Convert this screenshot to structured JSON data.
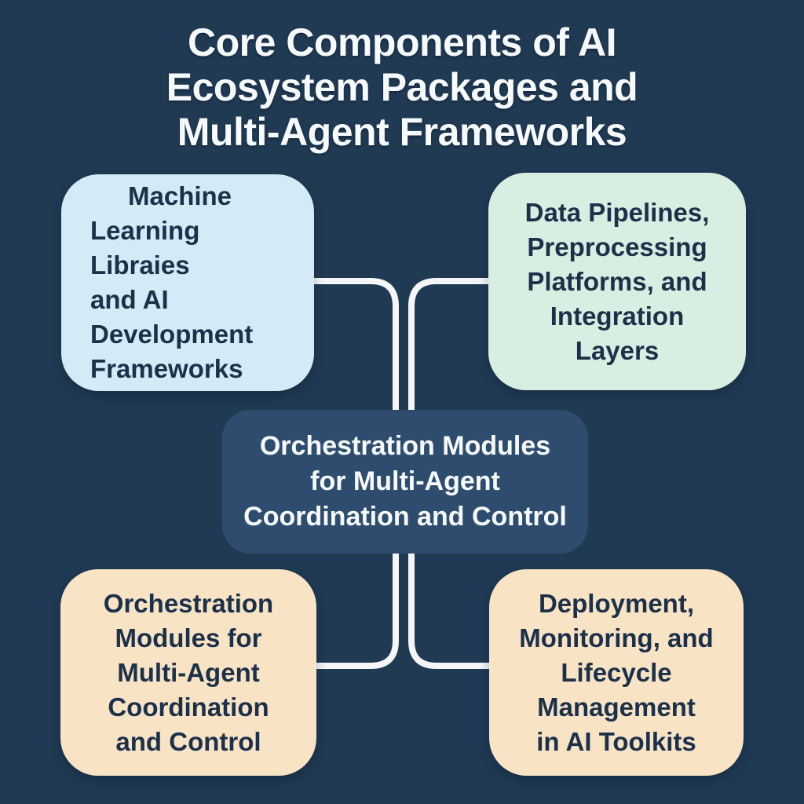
{
  "title": {
    "text": "Core Components of AI\nEcosystem Packages and\nMulti-Agent Frameworks"
  },
  "diagram": {
    "nodes": {
      "top_left": {
        "lines": [
          "Machine",
          "Learning Libraies",
          "and AI",
          "Development",
          "Frameworks"
        ],
        "color": "#d4eaf7"
      },
      "top_right": {
        "lines": [
          "Data Pipelines,",
          "Preprocessing",
          "Platforms, and",
          "Integration",
          "Layers"
        ],
        "color": "#d9eee2"
      },
      "center": {
        "lines": [
          "Orchestration Modules",
          "for Multi-Agent",
          "Coordination and Control"
        ],
        "color": "#2e4d6e"
      },
      "bottom_left": {
        "lines": [
          "Orchestration",
          "Modules for",
          "Multi-Agent",
          "Coordination",
          "and Control"
        ],
        "color": "#f8e3c5"
      },
      "bottom_right": {
        "lines": [
          "Deployment,",
          "Monitoring, and",
          "Lifecycle",
          "Management",
          "in AI Toolkits"
        ],
        "color": "#f8e3c5"
      }
    }
  },
  "colors": {
    "page_bg": "#203a54",
    "title_color": "#f7fafc",
    "node_text": "#1c3049",
    "connector_color": "#f4f6f8"
  }
}
